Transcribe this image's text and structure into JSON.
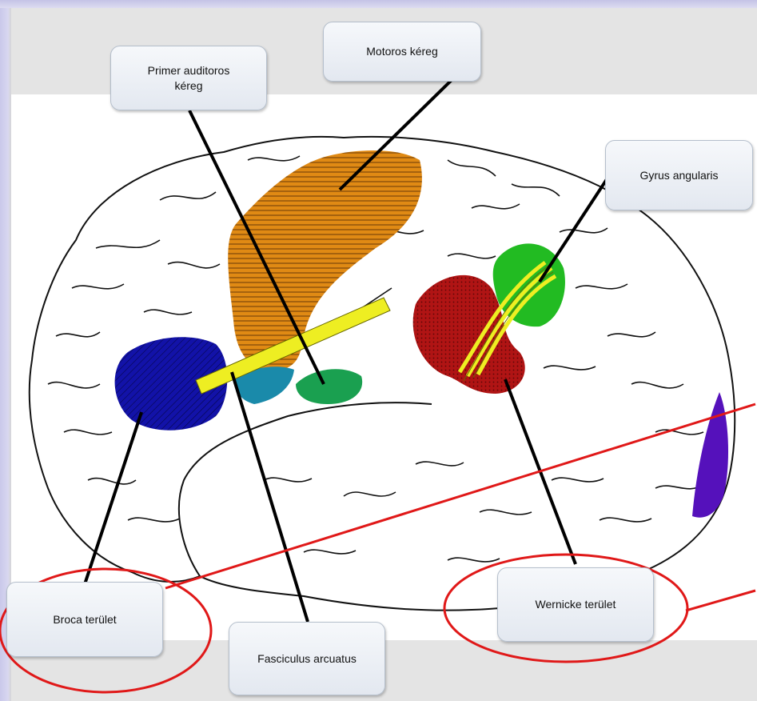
{
  "labels": {
    "motoros_kereg": "Motoros kéreg",
    "primer_auditoros_kereg_line1": "Primer auditoros",
    "primer_auditoros_kereg_line2": "kéreg",
    "gyrus_angularis": "Gyrus angularis",
    "broca_terulet": "Broca terület",
    "fasciculus_arcuatus": "Fasciculus arcuatus",
    "wernicke_terulet": "Wernicke terület"
  },
  "colors": {
    "motor_cortex": "#e08a14",
    "broca": "#1212a8",
    "wernicke": "#b01414",
    "angular_gyrus": "#22bb22",
    "auditory": "#1aa050",
    "fasciculus": "#eeee22",
    "premotor_teal": "#1a8aaa",
    "occipital": "#5511bb",
    "highlight": "#e01818"
  },
  "icons": {
    "brain": "brain-illustration-icon"
  }
}
